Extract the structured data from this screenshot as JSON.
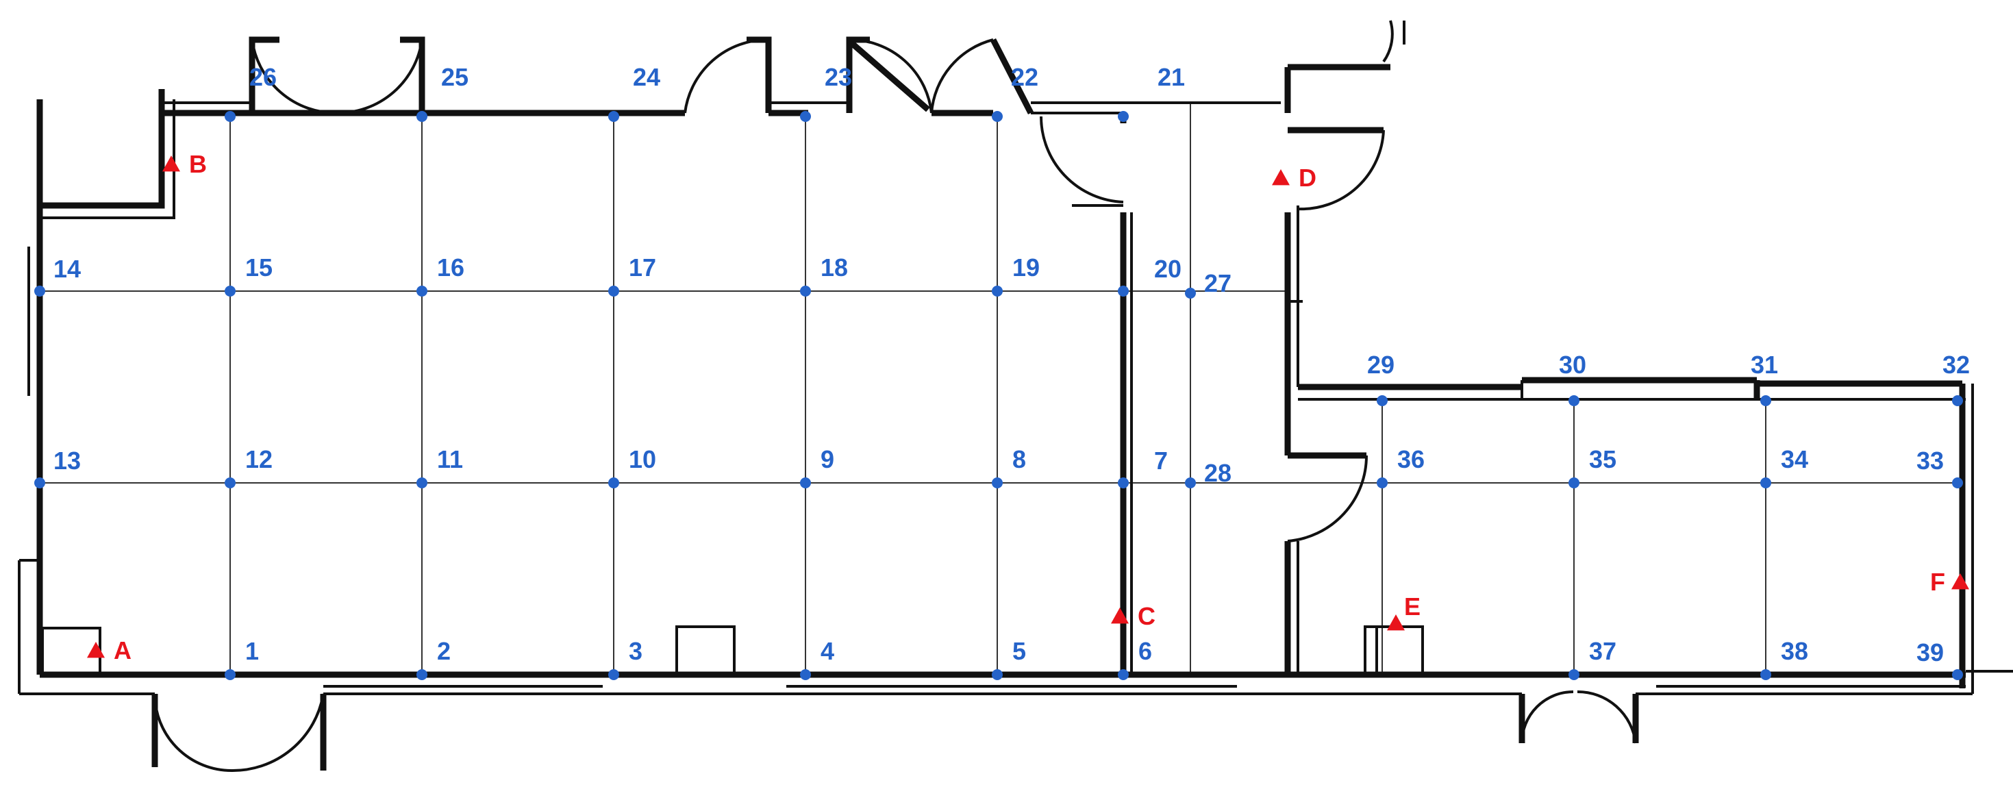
{
  "colors": {
    "point": "#2563c9",
    "label": "#2563c9",
    "access_point": "#e8141b",
    "wall": "#111111",
    "grid": "#333333"
  },
  "grid_points": [
    {
      "id": "1",
      "label": "1"
    },
    {
      "id": "2",
      "label": "2"
    },
    {
      "id": "3",
      "label": "3"
    },
    {
      "id": "4",
      "label": "4"
    },
    {
      "id": "5",
      "label": "5"
    },
    {
      "id": "6",
      "label": "6"
    },
    {
      "id": "7",
      "label": "7"
    },
    {
      "id": "8",
      "label": "8"
    },
    {
      "id": "9",
      "label": "9"
    },
    {
      "id": "10",
      "label": "10"
    },
    {
      "id": "11",
      "label": "11"
    },
    {
      "id": "12",
      "label": "12"
    },
    {
      "id": "13",
      "label": "13"
    },
    {
      "id": "14",
      "label": "14"
    },
    {
      "id": "15",
      "label": "15"
    },
    {
      "id": "16",
      "label": "16"
    },
    {
      "id": "17",
      "label": "17"
    },
    {
      "id": "18",
      "label": "18"
    },
    {
      "id": "19",
      "label": "19"
    },
    {
      "id": "20",
      "label": "20"
    },
    {
      "id": "21",
      "label": "21"
    },
    {
      "id": "22",
      "label": "22"
    },
    {
      "id": "23",
      "label": "23"
    },
    {
      "id": "24",
      "label": "24"
    },
    {
      "id": "25",
      "label": "25"
    },
    {
      "id": "26",
      "label": "26"
    },
    {
      "id": "27",
      "label": "27"
    },
    {
      "id": "28",
      "label": "28"
    },
    {
      "id": "29",
      "label": "29"
    },
    {
      "id": "30",
      "label": "30"
    },
    {
      "id": "31",
      "label": "31"
    },
    {
      "id": "32",
      "label": "32"
    },
    {
      "id": "33",
      "label": "33"
    },
    {
      "id": "34",
      "label": "34"
    },
    {
      "id": "35",
      "label": "35"
    },
    {
      "id": "36",
      "label": "36"
    },
    {
      "id": "37",
      "label": "37"
    },
    {
      "id": "38",
      "label": "38"
    },
    {
      "id": "39",
      "label": "39"
    }
  ],
  "access_points": [
    {
      "id": "A",
      "label": "A"
    },
    {
      "id": "B",
      "label": "B"
    },
    {
      "id": "C",
      "label": "C"
    },
    {
      "id": "D",
      "label": "D"
    },
    {
      "id": "E",
      "label": "E"
    },
    {
      "id": "F",
      "label": "F"
    }
  ]
}
